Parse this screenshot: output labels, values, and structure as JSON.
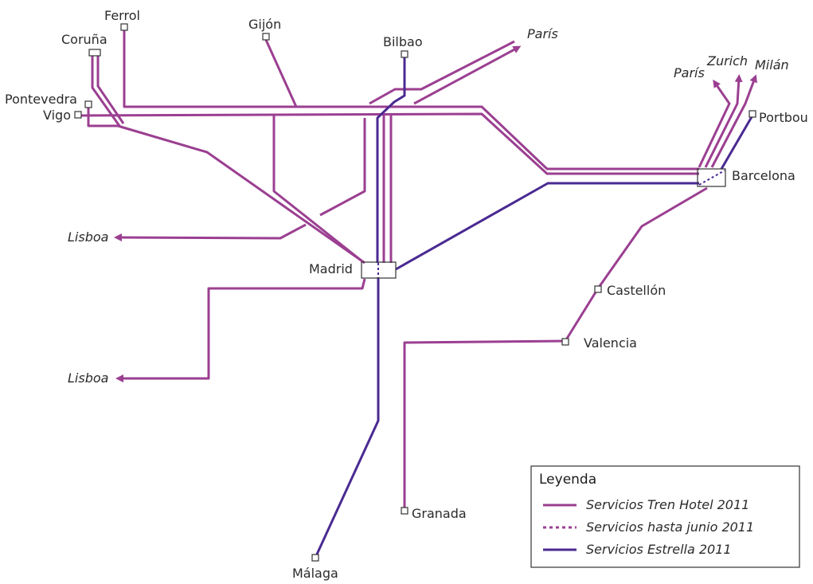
{
  "colors": {
    "tren_hotel": "#9b3f91",
    "estrella": "#4a2a92",
    "station_stroke": "#333333",
    "background": "#ffffff"
  },
  "stations": {
    "ferrol": "Ferrol",
    "coruna": "Coruña",
    "gijon": "Gijón",
    "bilbao": "Bilbao",
    "pontevedra": "Pontevedra",
    "vigo": "Vigo",
    "madrid": "Madrid",
    "barcelona": "Barcelona",
    "portbou": "Portbou",
    "castellon": "Castellón",
    "valencia": "Valencia",
    "granada": "Granada",
    "malaga": "Málaga"
  },
  "destinations": {
    "paris_north": "París",
    "paris_east": "París",
    "zurich": "Zurich",
    "milan": "Milán",
    "lisboa_north": "Lisboa",
    "lisboa_south": "Lisboa"
  },
  "legend": {
    "title": "Leyenda",
    "tren_hotel": "Servicios Tren Hotel 2011",
    "hasta_junio": "Servicios hasta junio 2011",
    "estrella": "Servicios Estrella 2011"
  }
}
